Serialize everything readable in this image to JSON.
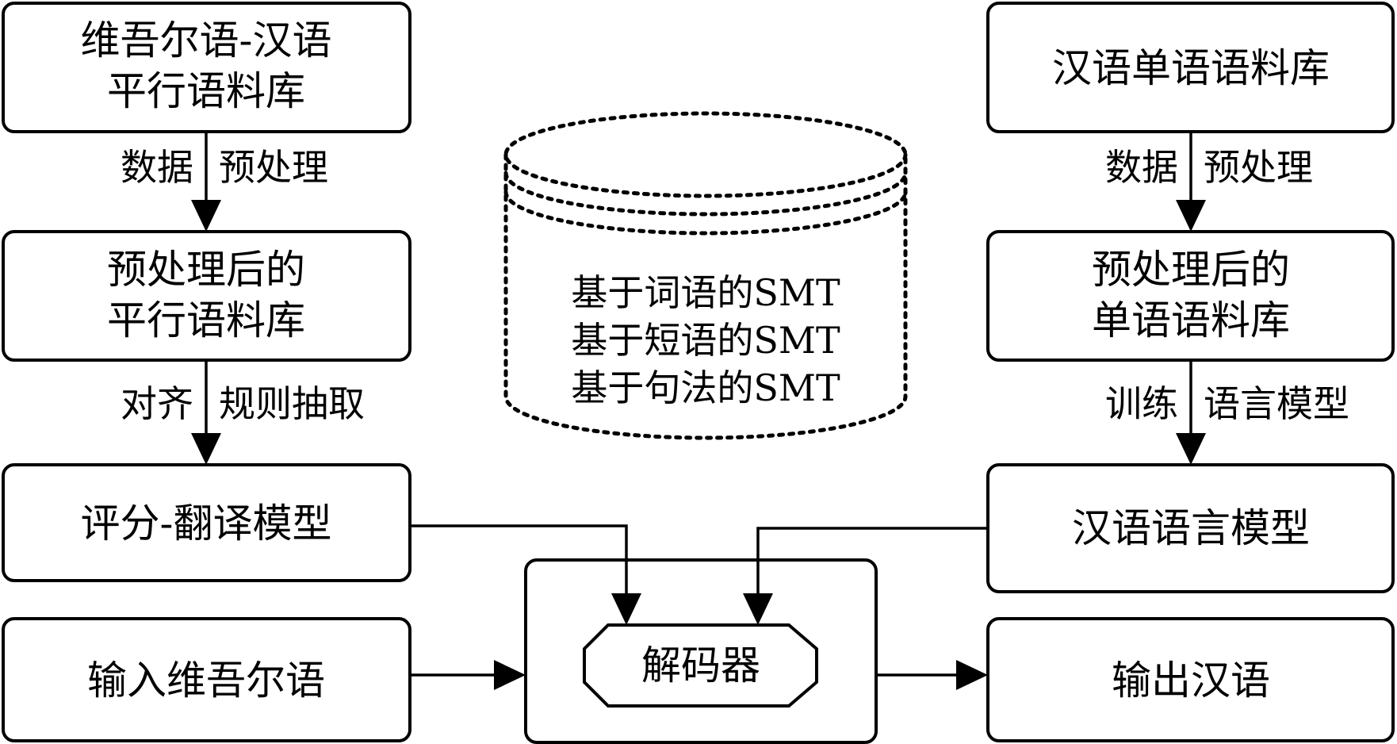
{
  "left": {
    "corpus": {
      "line1": "维吾尔语-汉语",
      "line2": "平行语料库"
    },
    "step1": {
      "left": "数据",
      "right": "预处理"
    },
    "processed": {
      "line1": "预处理后的",
      "line2": "平行语料库"
    },
    "step2": {
      "left": "对齐",
      "right": "规则抽取"
    },
    "model": {
      "label": "评分-翻译模型"
    },
    "input": {
      "label": "输入维吾尔语"
    }
  },
  "center": {
    "smt": [
      "基于词语的SMT",
      "基于短语的SMT",
      "基于句法的SMT"
    ],
    "decoder": {
      "label": "解码器"
    }
  },
  "right": {
    "corpus": {
      "label": "汉语单语语料库"
    },
    "step1": {
      "left": "数据",
      "right": "预处理"
    },
    "processed": {
      "line1": "预处理后的",
      "line2": "单语语料库"
    },
    "step2": {
      "left": "训练",
      "right": "语言模型"
    },
    "model": {
      "label": "汉语语言模型"
    },
    "output": {
      "label": "输出汉语"
    }
  },
  "colors": {
    "stroke": "#000000",
    "background": "#ffffff"
  }
}
